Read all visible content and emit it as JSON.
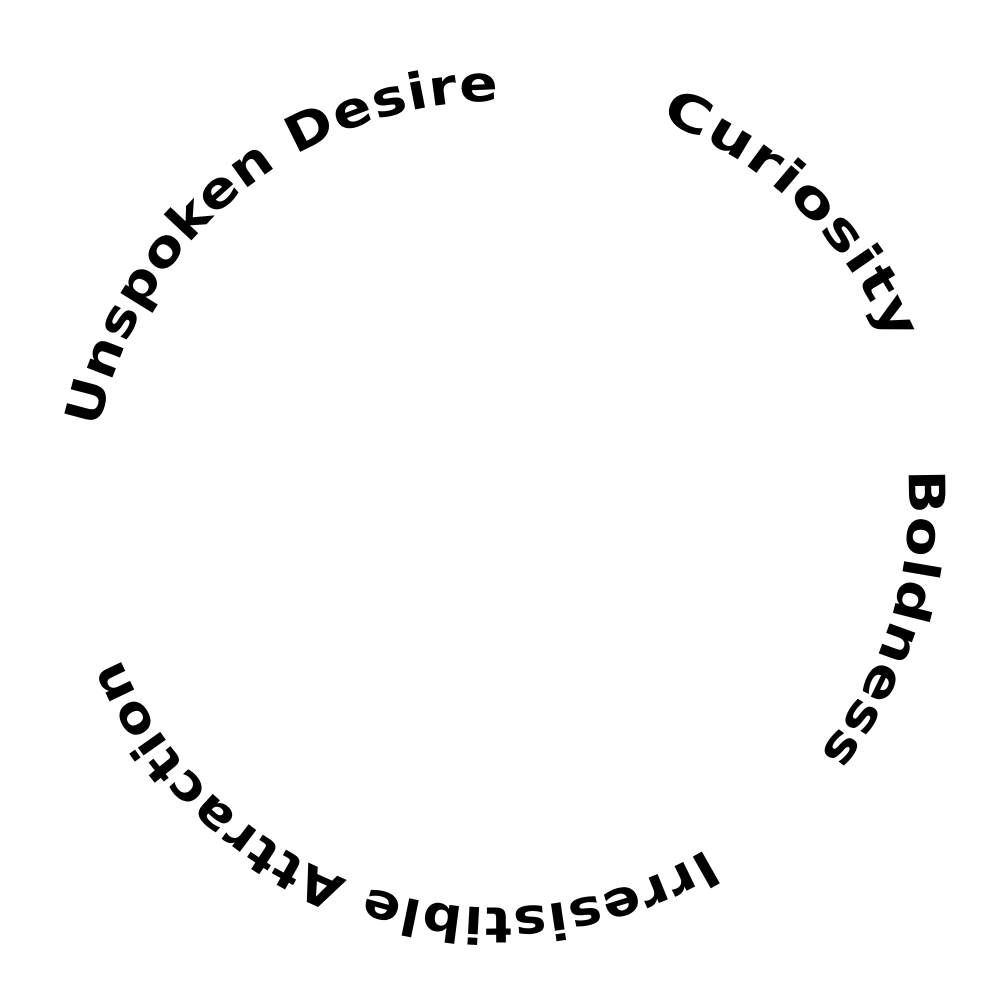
{
  "colors": {
    "background": "#ffffff",
    "text": "#000000"
  },
  "words": [
    {
      "id": "unspoken-desire",
      "text": "Unspoken Desire"
    },
    {
      "id": "curiosity",
      "text": "Curiosity"
    },
    {
      "id": "boldness",
      "text": "Boldness"
    },
    {
      "id": "irresistible-attraction",
      "text": "Irresistible Attraction"
    }
  ]
}
